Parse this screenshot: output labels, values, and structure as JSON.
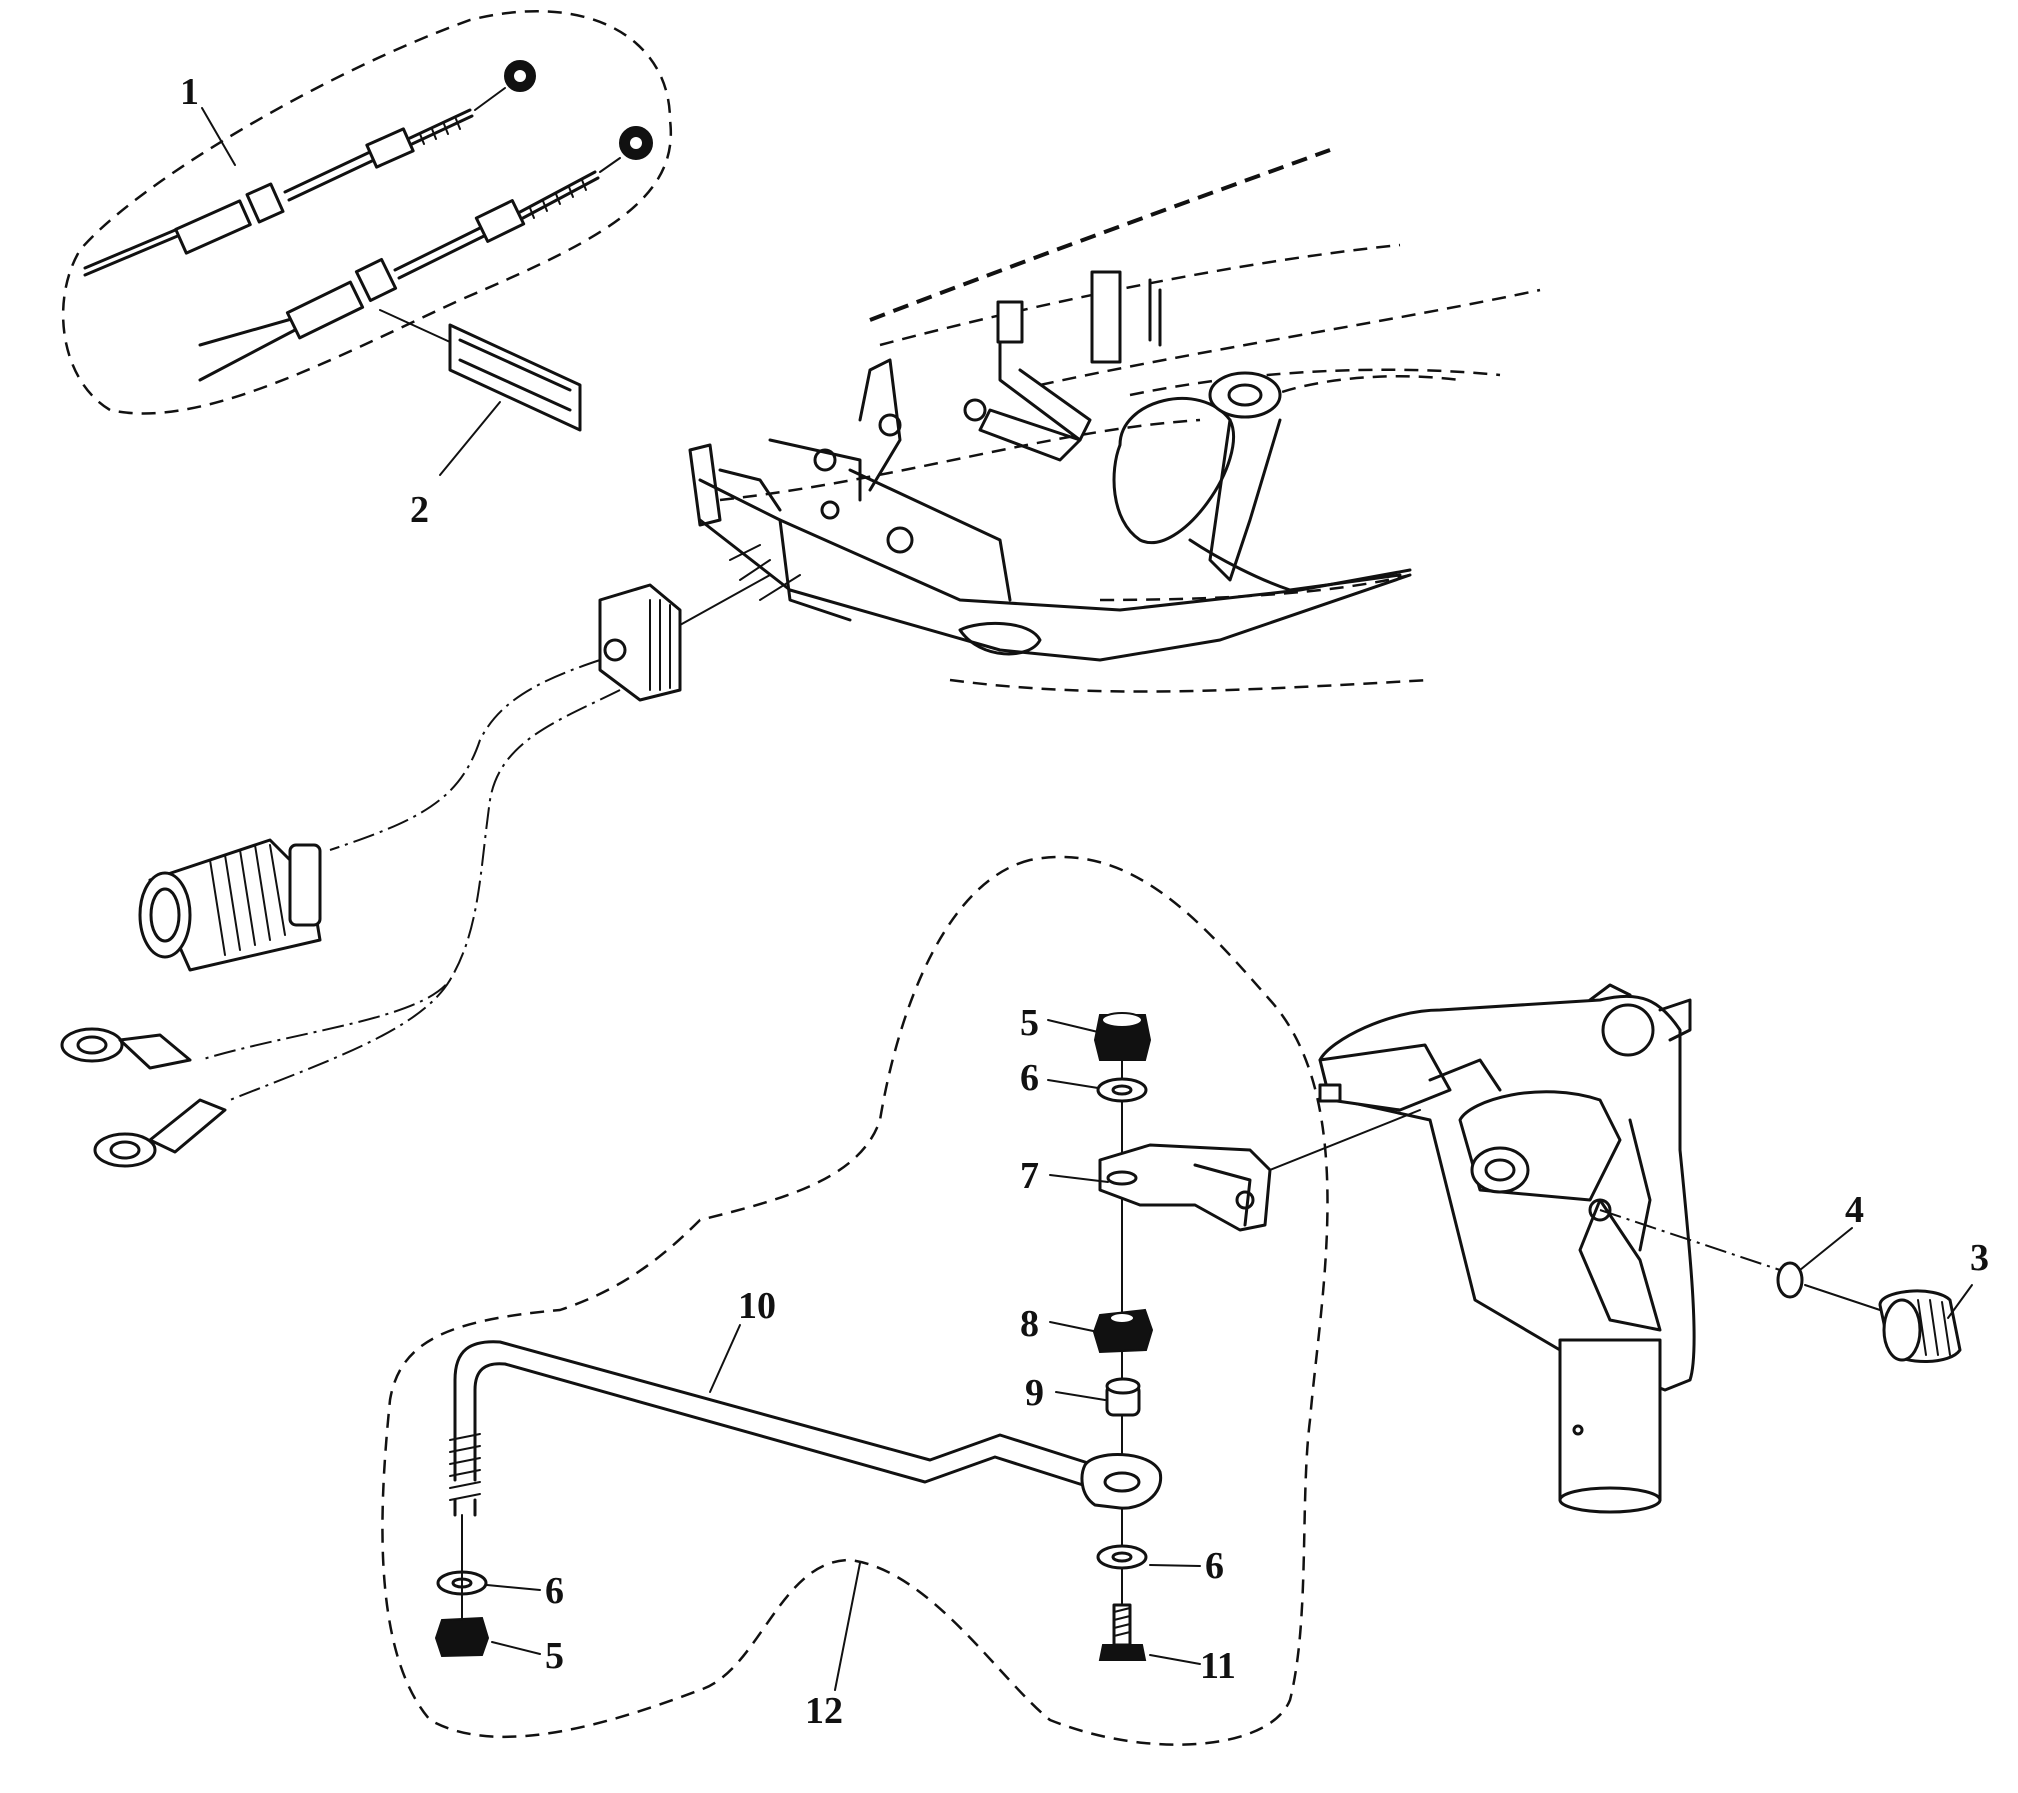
{
  "diagram": {
    "callouts": [
      {
        "id": "c1",
        "text": "1"
      },
      {
        "id": "c2",
        "text": "2"
      },
      {
        "id": "c3",
        "text": "3"
      },
      {
        "id": "c4",
        "text": "4"
      },
      {
        "id": "c5a",
        "text": "5"
      },
      {
        "id": "c6a",
        "text": "6"
      },
      {
        "id": "c7",
        "text": "7"
      },
      {
        "id": "c8",
        "text": "8"
      },
      {
        "id": "c9",
        "text": "9"
      },
      {
        "id": "c10",
        "text": "10"
      },
      {
        "id": "c6b",
        "text": "6"
      },
      {
        "id": "c6c",
        "text": "6"
      },
      {
        "id": "c5b",
        "text": "5"
      },
      {
        "id": "c11",
        "text": "11"
      },
      {
        "id": "c12",
        "text": "12"
      }
    ]
  }
}
